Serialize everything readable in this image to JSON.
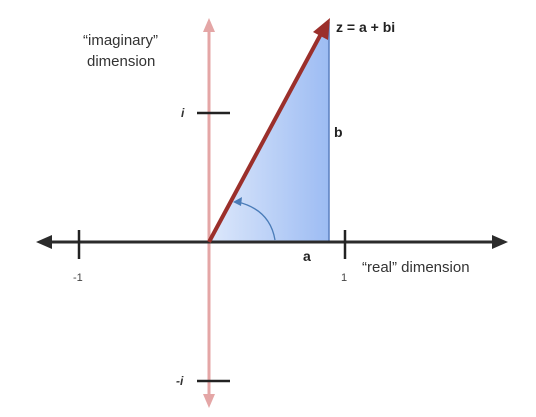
{
  "axes": {
    "imaginary_label_line1": "“imaginary”",
    "imaginary_label_line2": "dimension",
    "real_label": "“real” dimension"
  },
  "ticks": {
    "i": "i",
    "neg_i": "-i",
    "neg_one": "-1",
    "one": "1"
  },
  "vector": {
    "label": "z = a + bi",
    "color": "#9b2f2b"
  },
  "triangle": {
    "horizontal_leg_label": "a",
    "vertical_leg_label": "b",
    "fill_light": "#dde8fb",
    "fill_dark": "#9dbcf3",
    "edge_color": "#5a7ec0"
  },
  "colors": {
    "real_axis": "#2b2b2b",
    "imaginary_axis": "#e4a6a6",
    "angle_arc": "#4a7cb8"
  }
}
